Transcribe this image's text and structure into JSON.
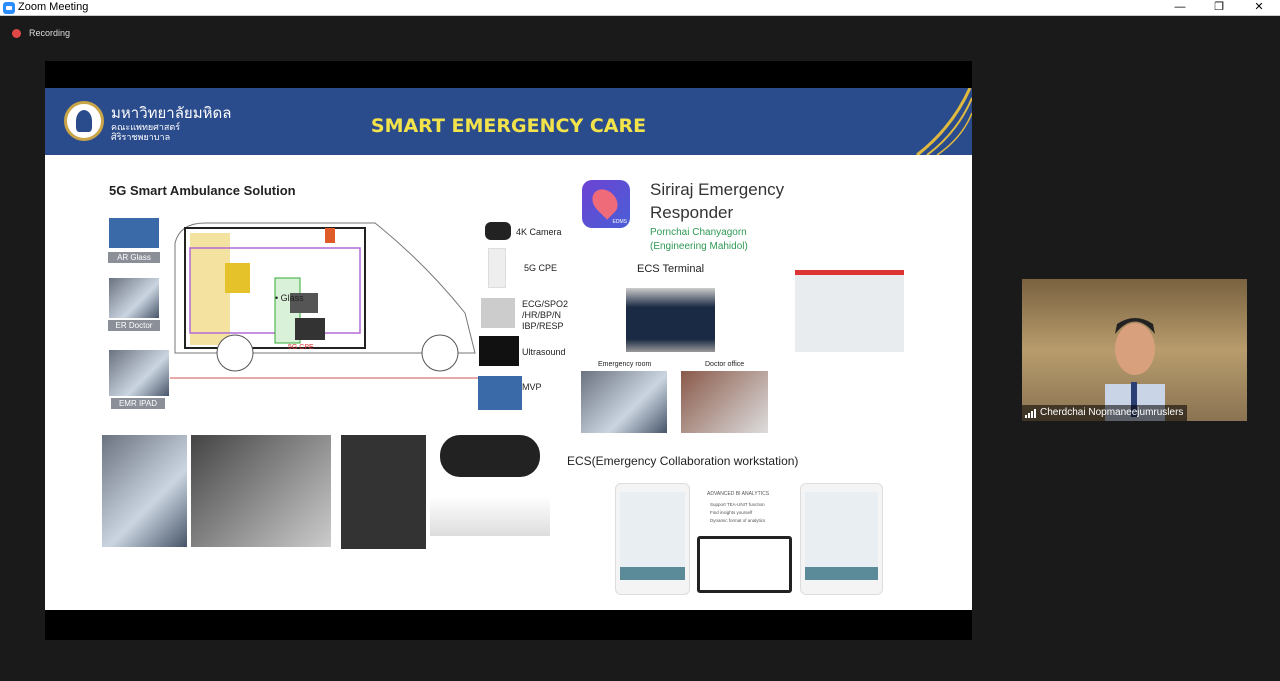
{
  "window": {
    "title": "Zoom Meeting",
    "minimize": "—",
    "restore": "❐",
    "close": "✕"
  },
  "recording": {
    "label": "Recording",
    "color": "#e04848"
  },
  "slide": {
    "header": {
      "thai_line1": "มหาวิทยาลัยมหิดล",
      "thai_line2": "คณะแพทยศาสตร์",
      "thai_line3": "ศิริราชพยาบาล",
      "title": "SMART EMERGENCY CARE",
      "band_color": "#2b4c8c",
      "title_color": "#f2e34a"
    },
    "ambulance": {
      "heading": "5G Smart Ambulance Solution",
      "left_labels": [
        "AR Glass",
        "ER Doctor",
        "EMR IPAD"
      ],
      "inner_labels": [
        "• Glass",
        "5G CPE"
      ],
      "devices": [
        "4K  Camera",
        "5G CPE",
        "ECG/SPO2\n/HR/BP/N\nIBP/RESP",
        "Ultrasound",
        "MVP"
      ]
    },
    "app": {
      "name_line1": "Siriraj Emergency",
      "name_line2": "Responder",
      "author": "Pornchai Chanyagorn",
      "affiliation": "(Engineering Mahidol)",
      "icon_text": "EDMS"
    },
    "ecs_terminal": {
      "heading": "ECS Terminal",
      "captions": [
        "Emergency room",
        "Doctor office"
      ]
    },
    "ecs": {
      "heading": "ECS(Emergency Collaboration workstation)",
      "bi_title": "ADVANCED BI ANALYTICS",
      "bi_points": [
        "Support TEA-UNIT function",
        "Find insights yourself",
        "Dynamic format of analytics"
      ]
    }
  },
  "participant": {
    "name": "Cherdchai Nopmaneejumruslers"
  }
}
